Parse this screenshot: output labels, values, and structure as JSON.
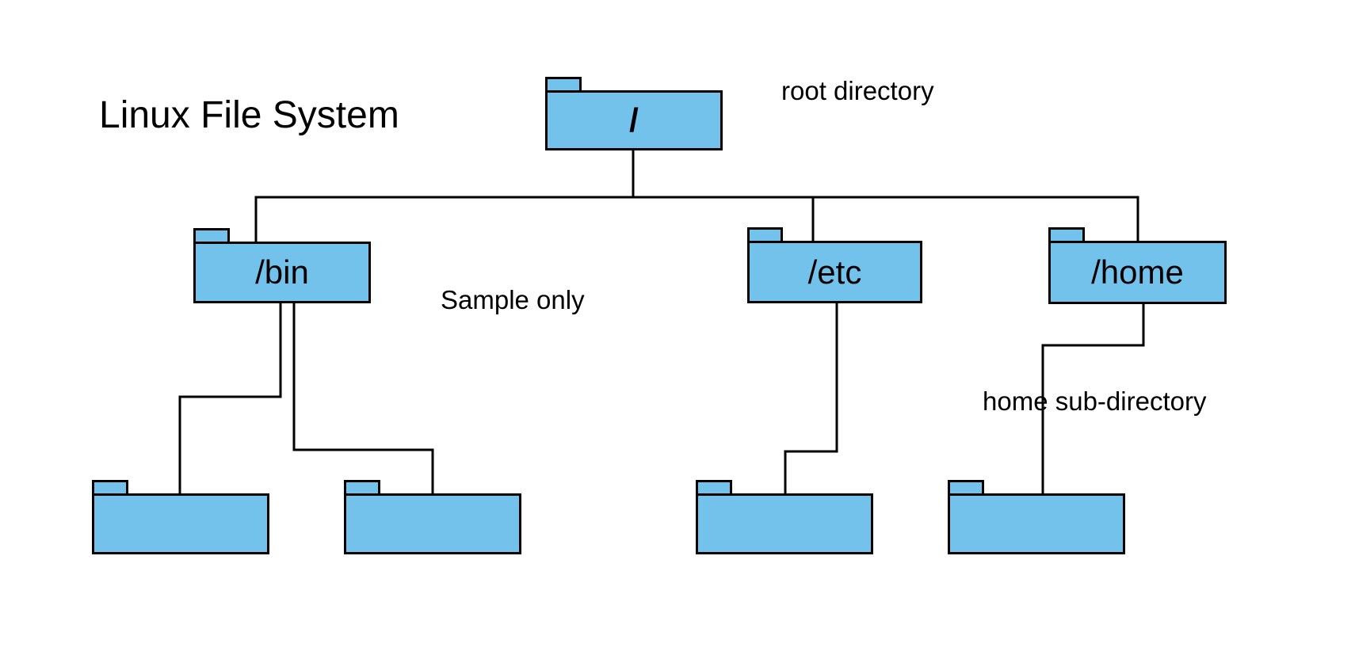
{
  "diagram": {
    "title": "Linux File System",
    "background_color": "#ffffff",
    "folder_fill": "#73c2ec",
    "folder_stroke": "#000000",
    "connector_color": "#000000"
  },
  "captions": {
    "title": "Linux File System",
    "root_note": "root directory",
    "sample_note": "Sample only",
    "home_note": "home sub-directory"
  },
  "nodes": {
    "root": {
      "label": "/",
      "level": 0
    },
    "bin": {
      "label": "/bin",
      "level": 1
    },
    "etc": {
      "label": "/etc",
      "level": 1
    },
    "home": {
      "label": "/home",
      "level": 1
    },
    "bin_child_1": {
      "label": "",
      "level": 2
    },
    "bin_child_2": {
      "label": "",
      "level": 2
    },
    "etc_child_1": {
      "label": "",
      "level": 2
    },
    "home_child_1": {
      "label": "",
      "level": 2
    }
  },
  "edges": [
    {
      "from": "root",
      "to": "bin"
    },
    {
      "from": "root",
      "to": "etc"
    },
    {
      "from": "root",
      "to": "home"
    },
    {
      "from": "bin",
      "to": "bin_child_1"
    },
    {
      "from": "bin",
      "to": "bin_child_2"
    },
    {
      "from": "etc",
      "to": "etc_child_1"
    },
    {
      "from": "home",
      "to": "home_child_1"
    }
  ]
}
